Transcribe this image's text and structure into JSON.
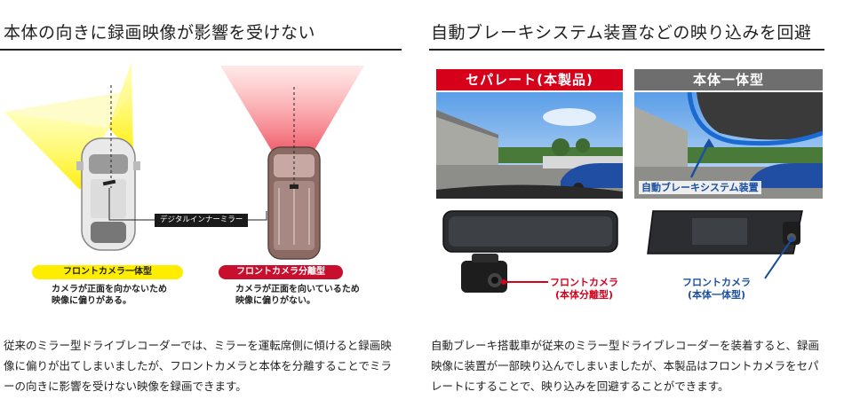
{
  "left": {
    "title": "本体の向きに録画映像が影響を受けない",
    "mirror_label": "デジタルインナーミラー",
    "badge_integrated": "フロントカメラ一体型",
    "badge_separate": "フロントカメラ分離型",
    "note_integrated": "カメラが正面を向かないため\n映像に偏りがある。",
    "note_separate": "カメラが正面を向いているため\n映像に偏りがない。",
    "description": "従来のミラー型ドライブレコーダーでは、ミラーを運転席側に傾けると録画映像に偏りが出てしまいましたが、フロントカメラと本体を分離することでミラーの向きに影響を受けない映像を録画できます。",
    "colors": {
      "yellow": "#ffed00",
      "red": "#c8102e"
    }
  },
  "right": {
    "title": "自動ブレーキシステム装置などの映り込みを回避",
    "panel_separate": "セパレート(本製品)",
    "panel_integrated": "本体一体型",
    "overlay_label": "自動ブレーキシステム装置",
    "cam_separate": "フロントカメラ\n(本体分離型)",
    "cam_integrated": "フロントカメラ\n(本体一体型)",
    "description": "自動ブレーキ搭載車が従来のミラー型ドライブレコーダーを装着すると、録画映像に装置が一部映り込んでしまいましたが、本製品はフロントカメラをセパレートにすることで、映り込みを回避することができます。",
    "colors": {
      "red": "#d7001b",
      "gray": "#6e6e6e",
      "blue": "#1a4fa0"
    }
  }
}
